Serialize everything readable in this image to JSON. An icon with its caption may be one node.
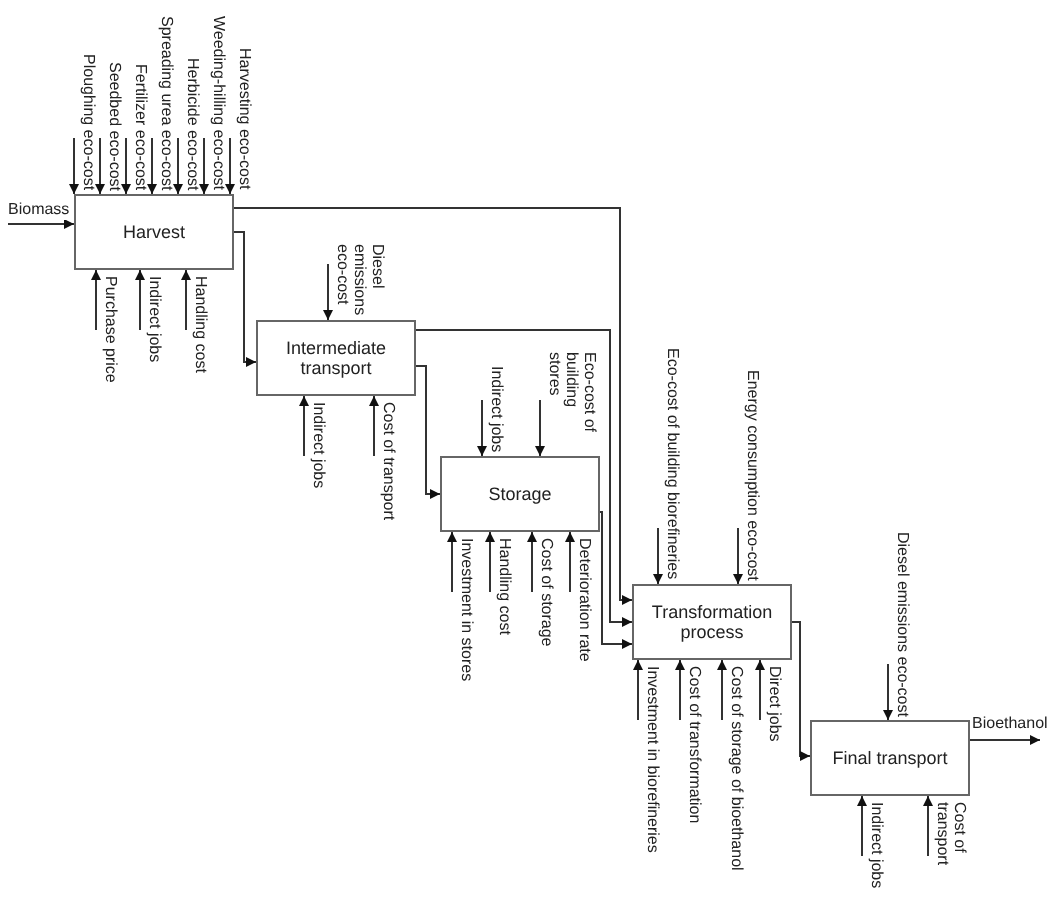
{
  "diagram": {
    "nodes": [
      {
        "text": [
          "Ploughing eco-cost"
        ]
      },
      {
        "text": [
          "Seedbed eco-cost"
        ]
      },
      {
        "text": [
          "Fertilizer eco-cost"
        ]
      },
      {
        "text": [
          "Spreading urea eco-cost"
        ]
      },
      {
        "text": [
          "Herbicide eco-cost"
        ]
      },
      {
        "text": [
          "Weeding-hilling eco-cost"
        ]
      },
      {
        "text": [
          "Harvesting eco-cost"
        ]
      },
      {
        "text": [
          "Harvest"
        ]
      },
      {
        "text": [
          "Purchase price"
        ]
      },
      {
        "text": [
          "Indirect jobs"
        ]
      },
      {
        "text": [
          "Handling cost"
        ]
      },
      {
        "text": [
          "Diesel emissions eco-cost"
        ]
      },
      {
        "text": [
          "Intermediate transport"
        ]
      },
      {
        "text": [
          "Indirect jobs"
        ]
      },
      {
        "text": [
          "Cost of transport"
        ]
      },
      {
        "text": [
          "Indirect jobs"
        ]
      },
      {
        "text": [
          "Eco-cost of building stores"
        ]
      },
      {
        "text": [
          "Storage"
        ]
      },
      {
        "text": [
          "Investment in stores"
        ]
      },
      {
        "text": [
          "Handling cost"
        ]
      },
      {
        "text": [
          "Cost of storage"
        ]
      },
      {
        "text": [
          "Deterioration rate"
        ]
      },
      {
        "text": [
          "Eco-cost of building biorefineries"
        ]
      },
      {
        "text": [
          "Energy consumption eco-cost"
        ]
      },
      {
        "text": [
          "Transformation process"
        ]
      },
      {
        "text": [
          "Investment in biorefineries"
        ]
      },
      {
        "text": [
          "Cost of transformation"
        ]
      },
      {
        "text": [
          "Cost of storage of bioethanol"
        ]
      },
      {
        "text": [
          "Direct jobs"
        ]
      },
      {
        "text": [
          "Diesel emissions eco-cost"
        ]
      },
      {
        "text": [
          "Final transport"
        ]
      },
      {
        "text": [
          "Indirect jobs"
        ]
      },
      {
        "text": [
          "Cost of transport"
        ]
      }
    ],
    "edges": [
      {
        "from": null,
        "to": 7,
        "arrow": "to",
        "label": "Biomass"
      },
      {
        "from": 0,
        "to": 7,
        "arrow": "to"
      },
      {
        "from": 1,
        "to": 7,
        "arrow": "to"
      },
      {
        "from": 2,
        "to": 7,
        "arrow": "to"
      },
      {
        "from": 3,
        "to": 7,
        "arrow": "to"
      },
      {
        "from": 4,
        "to": 7,
        "arrow": "to"
      },
      {
        "from": 5,
        "to": 7,
        "arrow": "to"
      },
      {
        "from": 6,
        "to": 7,
        "arrow": "to"
      },
      {
        "from": 8,
        "to": 7,
        "arrow": "to"
      },
      {
        "from": 9,
        "to": 7,
        "arrow": "to"
      },
      {
        "from": 10,
        "to": 7,
        "arrow": "to"
      },
      {
        "from": 7,
        "to": 12,
        "arrow": "to"
      },
      {
        "from": 7,
        "to": 24,
        "arrow": "to"
      },
      {
        "from": 11,
        "to": 12,
        "arrow": "to"
      },
      {
        "from": 13,
        "to": 12,
        "arrow": "to"
      },
      {
        "from": 14,
        "to": 12,
        "arrow": "to"
      },
      {
        "from": 12,
        "to": 17,
        "arrow": "to"
      },
      {
        "from": 12,
        "to": 24,
        "arrow": "to"
      },
      {
        "from": 15,
        "to": 17,
        "arrow": "to"
      },
      {
        "from": 16,
        "to": 17,
        "arrow": "to"
      },
      {
        "from": 18,
        "to": 17,
        "arrow": "to"
      },
      {
        "from": 19,
        "to": 17,
        "arrow": "to"
      },
      {
        "from": 20,
        "to": 17,
        "arrow": "to"
      },
      {
        "from": 21,
        "to": 17,
        "arrow": "to"
      },
      {
        "from": 17,
        "to": 24,
        "arrow": "to"
      },
      {
        "from": 22,
        "to": 24,
        "arrow": "to"
      },
      {
        "from": 23,
        "to": 24,
        "arrow": "to"
      },
      {
        "from": 25,
        "to": 24,
        "arrow": "to"
      },
      {
        "from": 26,
        "to": 24,
        "arrow": "to"
      },
      {
        "from": 27,
        "to": 24,
        "arrow": "to"
      },
      {
        "from": 28,
        "to": 24,
        "arrow": "to"
      },
      {
        "from": 24,
        "to": 30,
        "arrow": "to"
      },
      {
        "from": 29,
        "to": 30,
        "arrow": "to"
      },
      {
        "from": 31,
        "to": 30,
        "arrow": "to"
      },
      {
        "from": 32,
        "to": 30,
        "arrow": "to"
      },
      {
        "from": 30,
        "to": null,
        "arrow": "to",
        "label": "Bioethanol"
      }
    ]
  }
}
